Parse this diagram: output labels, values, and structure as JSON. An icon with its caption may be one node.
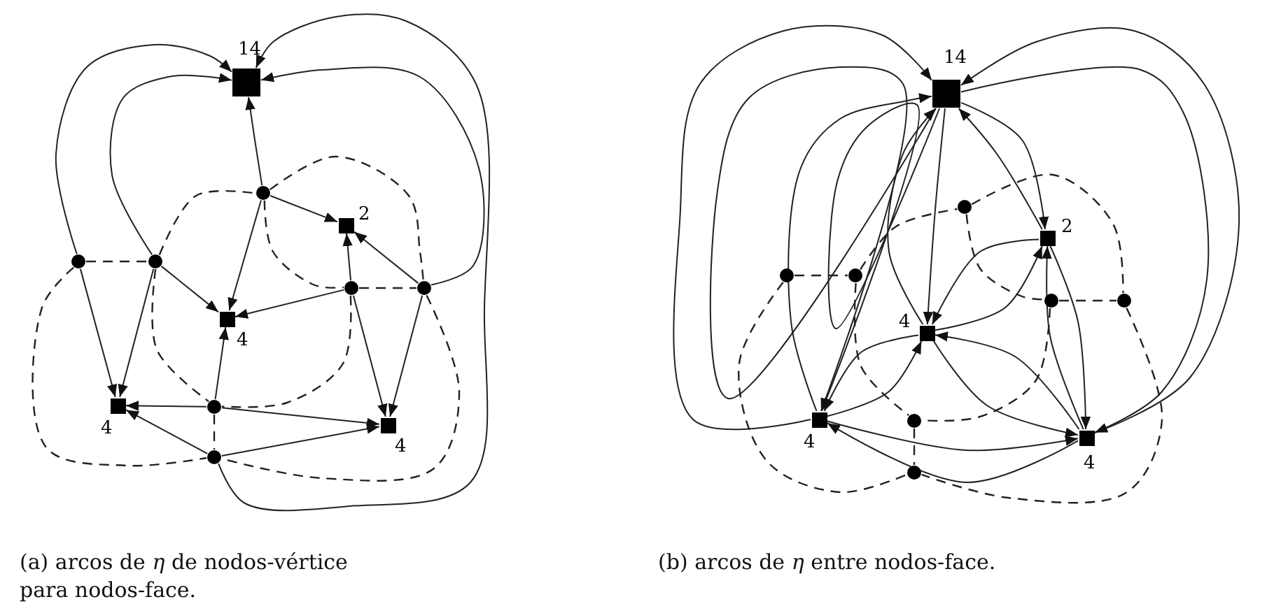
{
  "diagram": {
    "nodes": [
      {
        "text": [],
        "shape": "box",
        "beside": [
          "14"
        ]
      },
      {
        "text": [],
        "shape": "circle"
      },
      {
        "text": [],
        "shape": "box",
        "beside": [
          "2"
        ]
      },
      {
        "text": [],
        "shape": "circle"
      },
      {
        "text": [],
        "shape": "circle"
      },
      {
        "text": [],
        "shape": "circle"
      },
      {
        "text": [],
        "shape": "circle"
      },
      {
        "text": [],
        "shape": "box",
        "beside": [
          "4"
        ]
      },
      {
        "text": [],
        "shape": "box",
        "beside": [
          "4"
        ]
      },
      {
        "text": [],
        "shape": "circle"
      },
      {
        "text": [],
        "shape": "box",
        "beside": [
          "4"
        ]
      },
      {
        "text": [],
        "shape": "circle"
      },
      {
        "text": [],
        "shape": "box",
        "beside": [
          "14"
        ]
      },
      {
        "text": [],
        "shape": "circle"
      },
      {
        "text": [],
        "shape": "box",
        "beside": [
          "2"
        ]
      },
      {
        "text": [],
        "shape": "circle"
      },
      {
        "text": [],
        "shape": "circle"
      },
      {
        "text": [],
        "shape": "circle"
      },
      {
        "text": [],
        "shape": "circle"
      },
      {
        "text": [],
        "shape": "box",
        "beside": [
          "4"
        ]
      },
      {
        "text": [],
        "shape": "box",
        "beside": [
          "4"
        ]
      },
      {
        "text": [],
        "shape": "circle"
      },
      {
        "text": [],
        "shape": "box",
        "beside": [
          "4"
        ]
      },
      {
        "text": [],
        "shape": "circle"
      }
    ],
    "edges": [
      {
        "from": 1,
        "to": 0,
        "arrow": "to"
      },
      {
        "from": 1,
        "to": 2,
        "arrow": "to"
      },
      {
        "from": 1,
        "to": 7,
        "arrow": "to"
      },
      {
        "from": 3,
        "to": 0,
        "arrow": "to"
      },
      {
        "from": 4,
        "to": 0,
        "arrow": "to"
      },
      {
        "from": 4,
        "to": 7,
        "arrow": "to"
      },
      {
        "from": 4,
        "to": 8,
        "arrow": "to"
      },
      {
        "from": 3,
        "to": 8,
        "arrow": "to"
      },
      {
        "from": 5,
        "to": 2,
        "arrow": "to"
      },
      {
        "from": 5,
        "to": 7,
        "arrow": "to"
      },
      {
        "from": 5,
        "to": 10,
        "arrow": "to"
      },
      {
        "from": 6,
        "to": 2,
        "arrow": "to"
      },
      {
        "from": 6,
        "to": 10,
        "arrow": "to"
      },
      {
        "from": 6,
        "to": 0,
        "arrow": "to"
      },
      {
        "from": 9,
        "to": 7,
        "arrow": "to"
      },
      {
        "from": 9,
        "to": 8,
        "arrow": "to"
      },
      {
        "from": 9,
        "to": 10,
        "arrow": "to"
      },
      {
        "from": 11,
        "to": 8,
        "arrow": "to"
      },
      {
        "from": 11,
        "to": 10,
        "arrow": "to"
      },
      {
        "from": 11,
        "to": 0,
        "arrow": "to"
      },
      {
        "from": 3,
        "to": 4,
        "arrow": "none",
        "style": "dashed"
      },
      {
        "from": 4,
        "to": 1,
        "arrow": "none",
        "style": "dashed"
      },
      {
        "from": 1,
        "to": 6,
        "arrow": "none",
        "style": "dashed"
      },
      {
        "from": 1,
        "to": 5,
        "arrow": "none",
        "style": "dashed"
      },
      {
        "from": 5,
        "to": 6,
        "arrow": "none",
        "style": "dashed"
      },
      {
        "from": 4,
        "to": 9,
        "arrow": "none",
        "style": "dashed"
      },
      {
        "from": 5,
        "to": 9,
        "arrow": "none",
        "style": "dashed"
      },
      {
        "from": 9,
        "to": 11,
        "arrow": "none",
        "style": "dashed"
      },
      {
        "from": 3,
        "to": 11,
        "arrow": "none",
        "style": "dashed"
      },
      {
        "from": 6,
        "to": 11,
        "arrow": "none",
        "style": "dashed"
      },
      {
        "from": 20,
        "to": 12,
        "arrow": "to"
      },
      {
        "from": 12,
        "to": 20,
        "arrow": "to"
      },
      {
        "from": 20,
        "to": 12,
        "arrow": "to"
      },
      {
        "from": 12,
        "to": 20,
        "arrow": "to"
      },
      {
        "from": 19,
        "to": 12,
        "arrow": "to"
      },
      {
        "from": 12,
        "to": 19,
        "arrow": "to"
      },
      {
        "from": 14,
        "to": 12,
        "arrow": "to"
      },
      {
        "from": 12,
        "to": 14,
        "arrow": "to"
      },
      {
        "from": 22,
        "to": 12,
        "arrow": "to"
      },
      {
        "from": 12,
        "to": 22,
        "arrow": "to"
      },
      {
        "from": 14,
        "to": 19,
        "arrow": "to"
      },
      {
        "from": 19,
        "to": 14,
        "arrow": "to"
      },
      {
        "from": 14,
        "to": 22,
        "arrow": "to"
      },
      {
        "from": 22,
        "to": 14,
        "arrow": "to"
      },
      {
        "from": 19,
        "to": 22,
        "arrow": "to"
      },
      {
        "from": 22,
        "to": 19,
        "arrow": "to"
      },
      {
        "from": 19,
        "to": 20,
        "arrow": "to"
      },
      {
        "from": 20,
        "to": 19,
        "arrow": "to"
      },
      {
        "from": 20,
        "to": 22,
        "arrow": "to"
      },
      {
        "from": 22,
        "to": 20,
        "arrow": "to"
      },
      {
        "from": 15,
        "to": 16,
        "arrow": "none",
        "style": "dashed"
      },
      {
        "from": 16,
        "to": 13,
        "arrow": "none",
        "style": "dashed"
      },
      {
        "from": 13,
        "to": 18,
        "arrow": "none",
        "style": "dashed"
      },
      {
        "from": 13,
        "to": 17,
        "arrow": "none",
        "style": "dashed"
      },
      {
        "from": 17,
        "to": 18,
        "arrow": "none",
        "style": "dashed"
      },
      {
        "from": 16,
        "to": 21,
        "arrow": "none",
        "style": "dashed"
      },
      {
        "from": 17,
        "to": 21,
        "arrow": "none",
        "style": "dashed"
      },
      {
        "from": 21,
        "to": 23,
        "arrow": "none",
        "style": "dashed"
      },
      {
        "from": 15,
        "to": 23,
        "arrow": "none",
        "style": "dashed"
      },
      {
        "from": 18,
        "to": 23,
        "arrow": "none",
        "style": "dashed"
      }
    ],
    "labels": [
      "(a) arcos de *η* de nodos-vértice para nodos-face.",
      "(b) arcos de *η* entre nodos-face."
    ]
  }
}
